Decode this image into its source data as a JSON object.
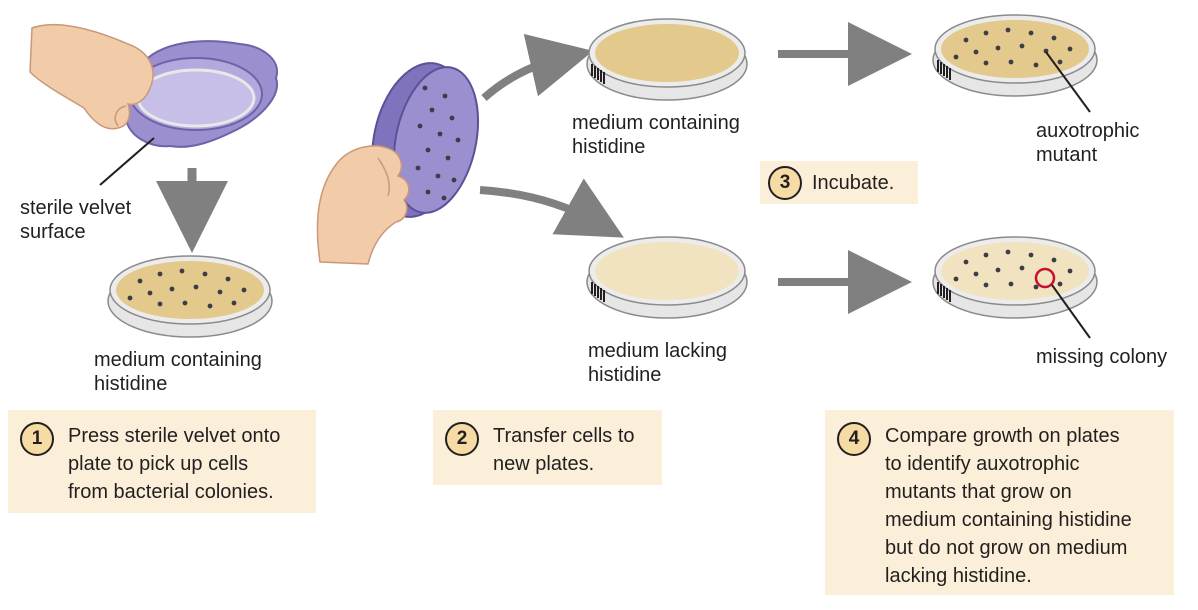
{
  "labels": {
    "sterile_velvet_line1": "sterile velvet",
    "sterile_velvet_line2": "surface",
    "medium_containing_1_line1": "medium containing",
    "medium_containing_1_line2": "histidine",
    "medium_containing_2_line1": "medium containing",
    "medium_containing_2_line2": "histidine",
    "medium_lacking_line1": "medium lacking",
    "medium_lacking_line2": "histidine",
    "auxotrophic_line1": "auxotrophic",
    "auxotrophic_line2": "mutant",
    "missing_colony": "missing colony"
  },
  "steps": [
    {
      "number": "1",
      "lines": [
        "Press sterile velvet onto",
        "plate to pick up cells",
        "from bacterial colonies."
      ]
    },
    {
      "number": "2",
      "lines": [
        "Transfer cells to",
        "new plates."
      ]
    },
    {
      "number": "3",
      "lines": [
        "Incubate."
      ]
    },
    {
      "number": "4",
      "lines": [
        "Compare growth on plates",
        "to identify auxotrophic",
        "mutants that grow on",
        "medium containing histidine",
        "but do not grow on medium",
        "lacking histidine."
      ]
    }
  ],
  "colors": {
    "arrow": "#808080",
    "velvet": "#9b8fd0",
    "medium_with_histidine": "#e3c98c",
    "medium_lacking_histidine": "#f1e3bf",
    "colony": "#3d3d4a",
    "missing_colony_ring": "#c8102e",
    "step_box": "#fbefd9"
  }
}
